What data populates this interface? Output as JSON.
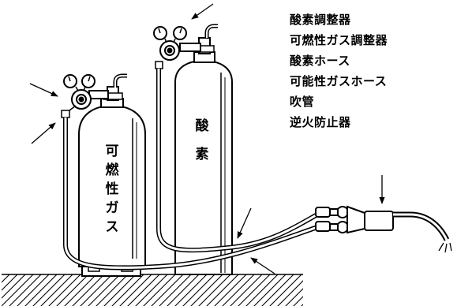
{
  "legend": {
    "items": [
      {
        "label": "酸素調整器"
      },
      {
        "label": "可燃性ガス調整器"
      },
      {
        "label": "酸素ホース"
      },
      {
        "label": "可能性ガスホース"
      },
      {
        "label": "吹管"
      },
      {
        "label": "逆火防止器"
      }
    ]
  },
  "cylinders": {
    "fuel": {
      "chars": [
        "可",
        "燃",
        "性",
        "ガ",
        "ス"
      ]
    },
    "oxygen": {
      "chars": [
        "酸",
        "素"
      ]
    }
  }
}
